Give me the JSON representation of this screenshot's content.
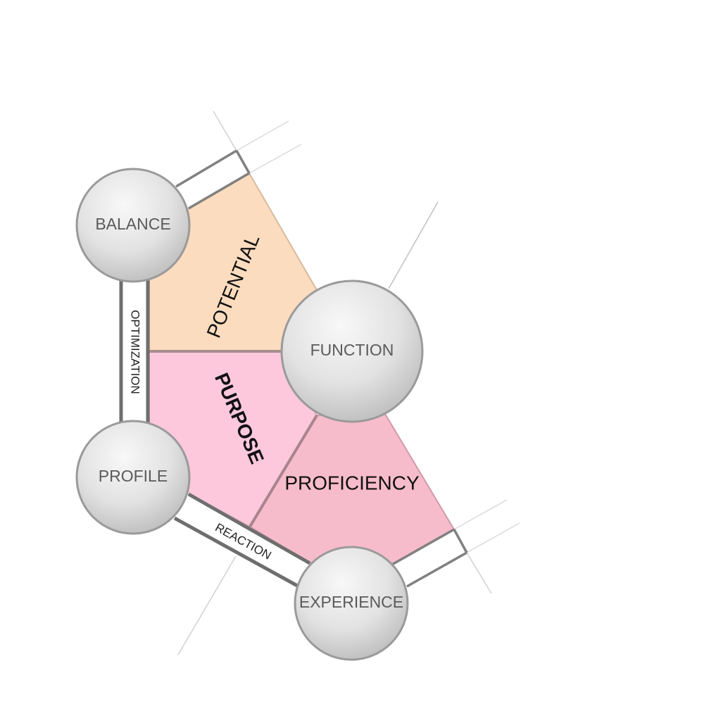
{
  "nodes": {
    "balance": "BALANCE",
    "function": "FUNCTION",
    "profile": "PROFILE",
    "experience": "EXPERIENCE"
  },
  "regions": {
    "potential": "POTENTIAL",
    "purpose": "PURPOSE",
    "proficiency": "PROFICIENCY"
  },
  "bands": {
    "optimization": "OPTIMIZATION",
    "reaction": "REACTION"
  },
  "colors": {
    "potential_fill": "#fcdcbe",
    "purpose_fill": "#fdc8dc",
    "proficiency_fill": "#f7bccb",
    "node_fill_light": "#f7f7f7",
    "node_fill_dark": "#bdbdbd",
    "node_stroke": "#9a9a9a"
  }
}
